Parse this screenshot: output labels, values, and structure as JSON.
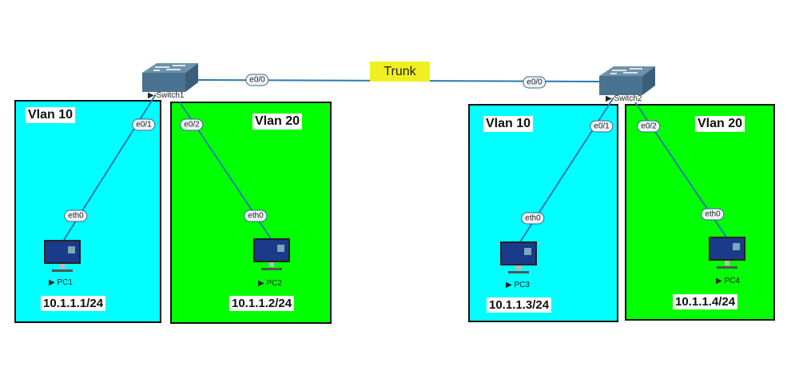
{
  "trunk_label": "Trunk",
  "switches": [
    {
      "name": "Switch1"
    },
    {
      "name": "Switch2"
    }
  ],
  "vlans": [
    {
      "label": "Vlan 10"
    },
    {
      "label": "Vlan 20"
    },
    {
      "label": "Vlan 10"
    },
    {
      "label": "Vlan 20"
    }
  ],
  "ports": {
    "s1_e00": "e0/0",
    "s2_e00": "e0/0",
    "s1_e01": "e0/1",
    "s1_e02": "e0/2",
    "s2_e01": "e0/1",
    "s2_e02": "e0/2",
    "pc1": "eth0",
    "pc2": "eth0",
    "pc3": "eth0",
    "pc4": "eth0"
  },
  "pcs": [
    {
      "name": "PC1",
      "ip": "10.1.1.1/24"
    },
    {
      "name": "PC2",
      "ip": "10.1.1.2/24"
    },
    {
      "name": "PC3",
      "ip": "10.1.1.3/24"
    },
    {
      "name": "PC4",
      "ip": "10.1.1.4/24"
    }
  ],
  "colors": {
    "vlan10": "#00ffff",
    "vlan20": "#00ff00",
    "link": "#2a7ab0",
    "trunk": "#f0f020"
  }
}
